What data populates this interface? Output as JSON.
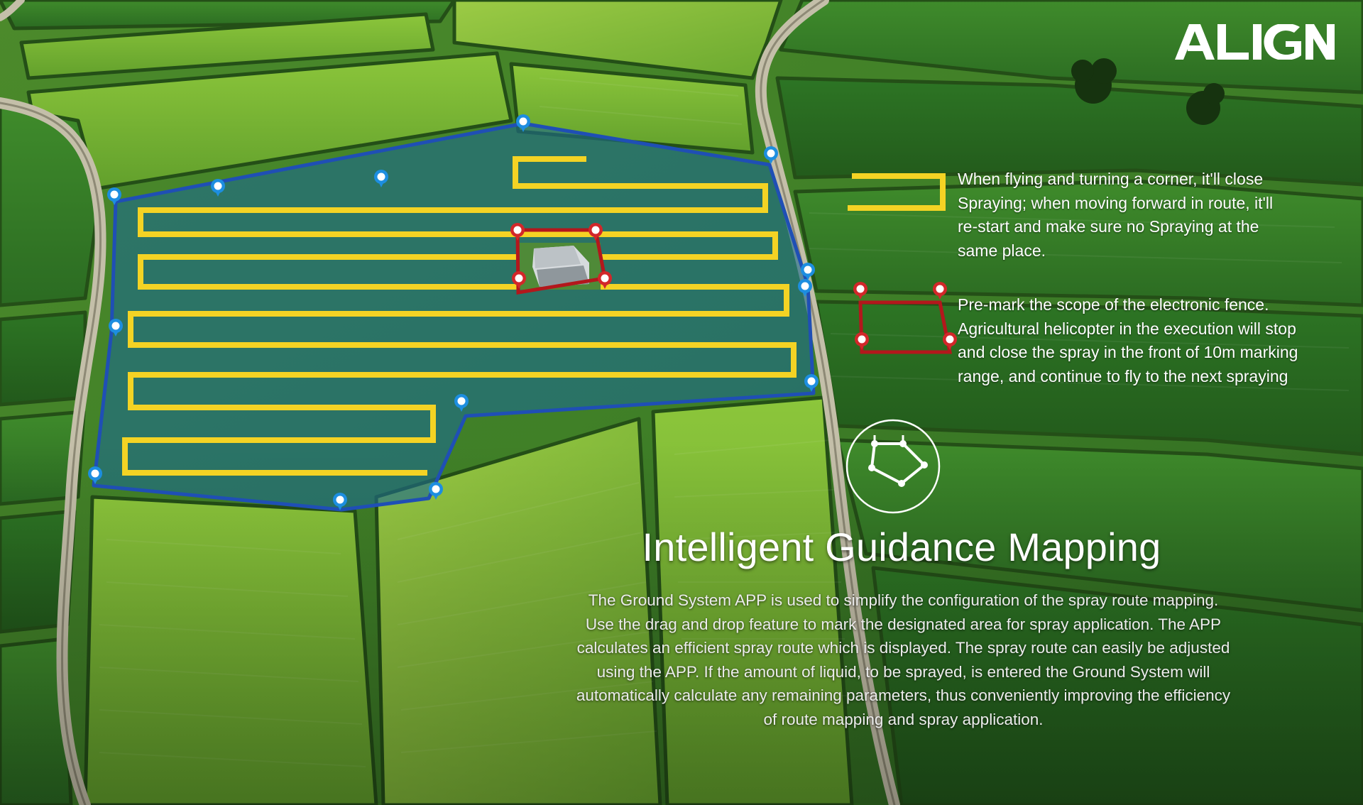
{
  "brand": {
    "logo_text": "ALIGN"
  },
  "notes": {
    "turning": "When flying and turning a corner, it'll close Spraying; when moving forward in route, it'll re-start and make sure no Spraying at the same place.",
    "fence": "Pre-mark the scope of the electronic fence. Agricultural helicopter in the execution will stop and close the spray in the front of 10m marking range, and continue to fly to the next spraying"
  },
  "title": "Intelligent Guidance Mapping",
  "description": {
    "lines": [
      "The Ground System APP is used to simplify the configuration of the spray route mapping.",
      "Use the drag and drop feature to mark the designated area for spray application. The APP",
      "calculates an efficient spray route which is displayed. The spray route can easily be adjusted",
      "using the APP. If the amount of liquid, to be sprayed, is entered the Ground System will",
      "automatically calculate any remaining parameters, thus conveniently improving the efficiency",
      "of route mapping and spray application."
    ]
  },
  "colors": {
    "route": "#f4d324",
    "area_boundary": "#1f4fb5",
    "area_fill": "#1b5f86",
    "waypoint": "#1d8ee0",
    "fence": "#b3171c",
    "fence_marker": "#d2272a",
    "field_light": "#76b534",
    "field_dark": "#2f6e22",
    "road": "#b9b5a2"
  },
  "icons": {
    "waypoint": "map-pin-icon",
    "fence_marker": "map-pin-icon",
    "mapping": "polygon-map-icon"
  }
}
